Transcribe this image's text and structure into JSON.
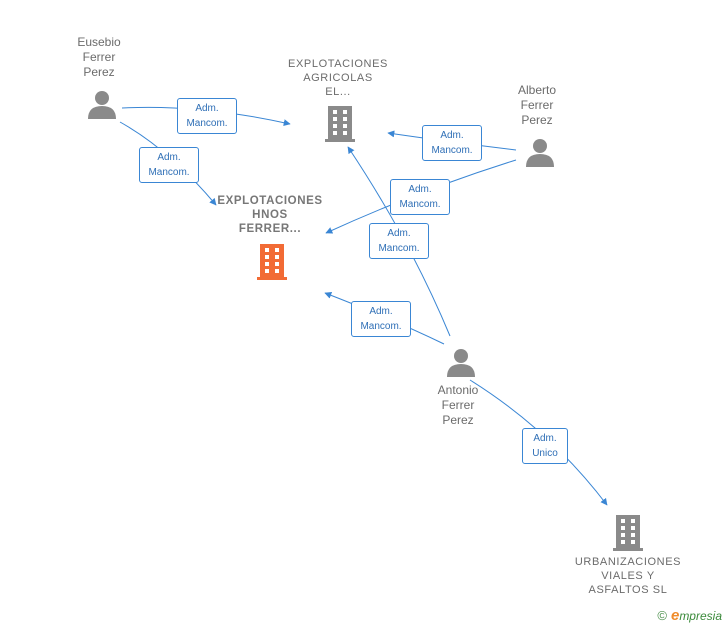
{
  "nodes": {
    "eusebio": {
      "label": "Eusebio\nFerrer\nPerez"
    },
    "alberto": {
      "label": "Alberto\nFerrer\nPerez"
    },
    "antonio": {
      "label": "Antonio\nFerrer\nPerez"
    },
    "agricolas": {
      "label": "EXPLOTACIONES\nAGRICOLAS\nEL..."
    },
    "hnos": {
      "label": "EXPLOTACIONES\nHNOS\nFERRER..."
    },
    "urbanizaciones": {
      "label": "URBANIZACIONES\nVIALES Y\nASFALTOS  SL"
    }
  },
  "relations": [
    {
      "line1": "Adm.",
      "line2": "Mancom."
    },
    {
      "line1": "Adm.",
      "line2": "Mancom."
    },
    {
      "line1": "Adm.",
      "line2": "Mancom."
    },
    {
      "line1": "Adm.",
      "line2": "Mancom."
    },
    {
      "line1": "Adm.",
      "line2": "Mancom."
    },
    {
      "line1": "Adm.",
      "line2": "Mancom."
    },
    {
      "line1": "Adm.",
      "line2": "Unico"
    }
  ],
  "brand": {
    "copyright": "©",
    "initial": "e",
    "rest": "mpresia"
  },
  "colors": {
    "edge": "#3a86d4",
    "person": "#8a8a8a",
    "building": "#8a8a8a",
    "focus_building": "#f26b35"
  }
}
